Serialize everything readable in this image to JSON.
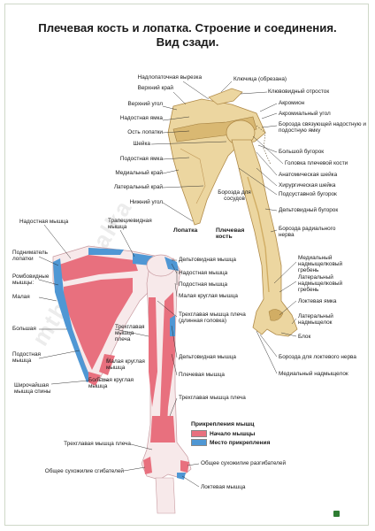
{
  "title": {
    "line1": "Плечевая кость и лопатка. Строение и соединения.",
    "line2": "Вид сзади."
  },
  "colors": {
    "bone": "#ecd6a0",
    "bone_shade": "#d1ad64",
    "origin": "#e8707e",
    "insertion": "#4f97d4",
    "pale_bone": "#f7e9ea"
  },
  "top_labels_left": [
    "Надлопаточная вырезка",
    "Верхний край",
    "Верхний угол",
    "Надостная ямка",
    "Ость лопатки",
    "Шейка",
    "Подостная ямка",
    "Медиальный край",
    "Латеральный край",
    "Нижний угол"
  ],
  "top_labels_right": [
    "Ключица (обрезана)",
    "Клювовидный отросток",
    "Акромион",
    "Акромиальный угол",
    "Борозда связующей надостную и подостную ямку",
    "Большой бугорок",
    "Головка плечевой кости",
    "Анатомическая шейка",
    "Хирургическая шейка",
    "Подсуставной бугорок",
    "Дельтовидный бугорок",
    "Борозда радиального нерва"
  ],
  "mid_labels": {
    "vessels_groove": "Борозда для сосудов",
    "scapula": "Лопатка",
    "humerus": "Плечевая кость"
  },
  "lower_right_labels": [
    "Медиальный надмыщелковый гребень",
    "Латеральный надмыщелковый гребень",
    "Локтевая ямка",
    "Латеральный надмыщелок",
    "Блок",
    "Борозда для локтевого нерва",
    "Медиальный надмыщелок"
  ],
  "muscle_labels_left": [
    "Надостная мышца",
    "Трапециевидная мышца",
    "Подниматель лопатки",
    "Ромбовидные мышцы:",
    "Малая",
    "Большая",
    "Подостная мышца",
    "Трехглавая мышца плеча",
    "Малая круглая мышца",
    "Большая круглая мышца",
    "Широчайшая мышца спины",
    "Трехглавая мышца плеча",
    "Общее сухожилие сгибателей"
  ],
  "muscle_labels_right": [
    "Дельтовидная мышца",
    "Надостная мышца",
    "Подостная мышца",
    "Малая круглая мышца",
    "Трехглавая мышца плеча (длинная головка)",
    "Дельтовидная мышца",
    "Плечевая мышца",
    "Трехглавая мышца плеча",
    "Общее сухожилие разгибателей",
    "Локтевая мышца"
  ],
  "legend": {
    "title": "Прикрепления мышц",
    "origin": "Начало мышцы",
    "insertion": "Место прикрепления"
  }
}
